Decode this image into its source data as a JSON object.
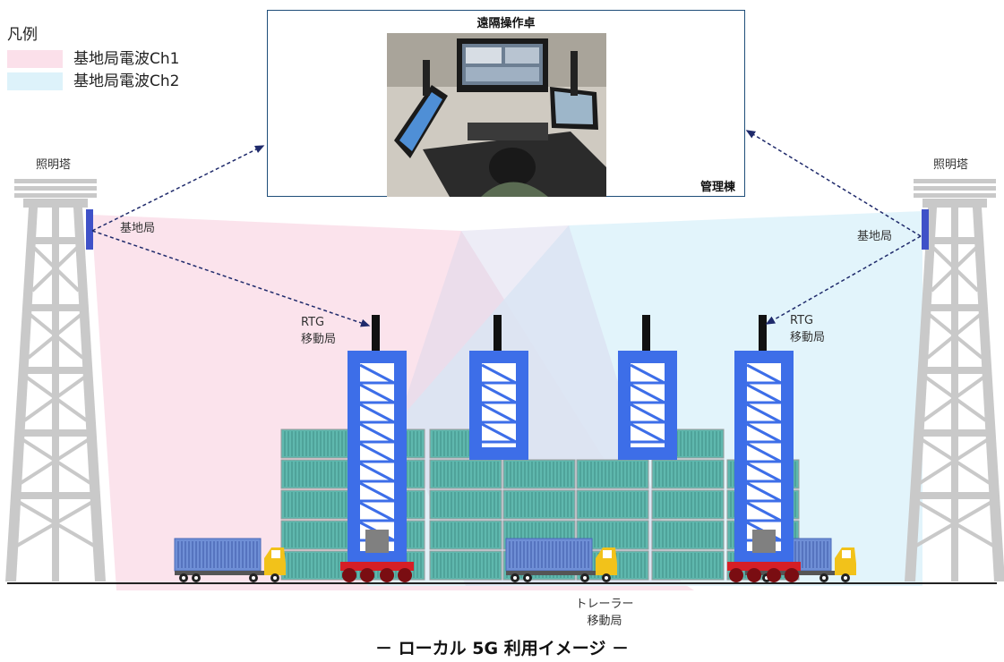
{
  "legend": {
    "title": "凡例",
    "items": [
      {
        "label": "基地局電波Ch1",
        "color": "#fbe0ea"
      },
      {
        "label": "基地局電波Ch2",
        "color": "#ddf2fa"
      }
    ]
  },
  "ops_box": {
    "title": "遠隔操作卓",
    "building": "管理棟"
  },
  "labels": {
    "tower_left": "照明塔",
    "tower_right": "照明塔",
    "base_left": "基地局",
    "base_right": "基地局",
    "rtg_left": [
      "RTG",
      "移動局"
    ],
    "rtg_right": [
      "RTG",
      "移動局"
    ],
    "trailer": [
      "トレーラー",
      "移動局"
    ]
  },
  "caption": "－ ローカル 5G 利用イメージ －",
  "colors": {
    "crane": "#3d6ee8",
    "container": "#5fb8ae",
    "tower": "#c9c9c9",
    "antenna": "#3f51c8",
    "link": "#1f2a6b",
    "truck": "#f2c21a"
  }
}
